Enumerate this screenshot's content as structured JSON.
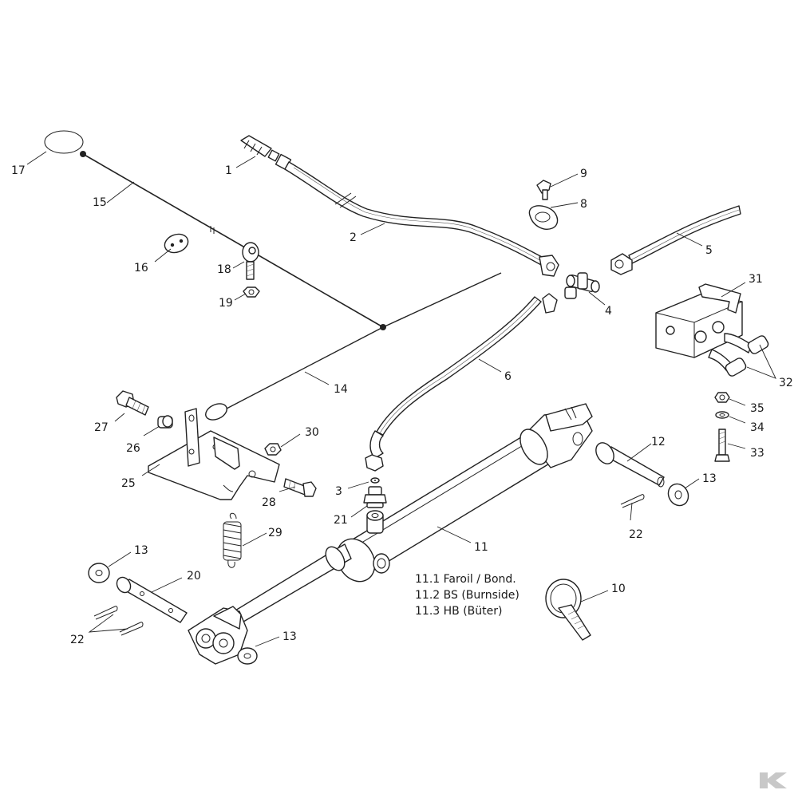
{
  "callouts": {
    "c1": "1",
    "c2": "2",
    "c3": "3",
    "c4": "4",
    "c5": "5",
    "c6": "6",
    "c8": "8",
    "c9": "9",
    "c10": "10",
    "c11": "11",
    "c12": "12",
    "c13a": "13",
    "c13b": "13",
    "c13c": "13",
    "c14": "14",
    "c15": "15",
    "c16": "16",
    "c17": "17",
    "c18": "18",
    "c19": "19",
    "c20": "20",
    "c21": "21",
    "c22a": "22",
    "c22b": "22",
    "c25": "25",
    "c26": "26",
    "c27": "27",
    "c28": "28",
    "c29": "29",
    "c30": "30",
    "c31": "31",
    "c32": "32",
    "c33": "33",
    "c34": "34",
    "c35": "35"
  },
  "variants": [
    "11.1 Faroil / Bond.",
    "11.2 BS (Burnside)",
    "11.3 HB (Büter)"
  ],
  "logo": {
    "text": "K"
  },
  "colors": {
    "line": "#222222",
    "background": "#ffffff",
    "logo": "#c8c8c8"
  }
}
